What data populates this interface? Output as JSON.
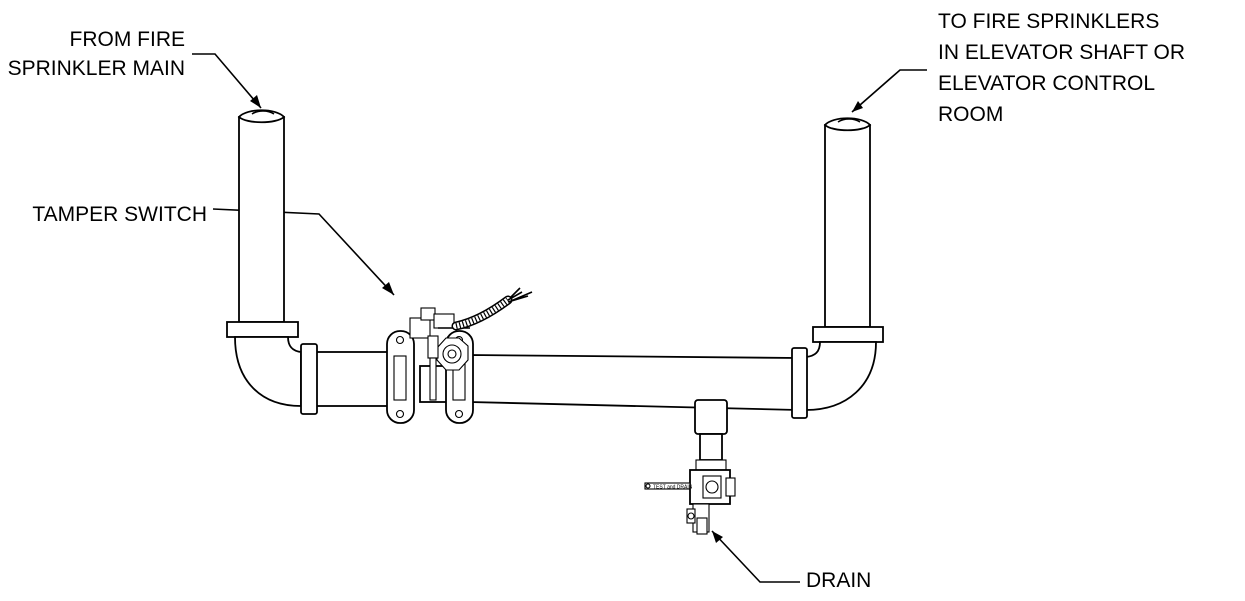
{
  "labels": {
    "from_main_line1": "FROM FIRE",
    "from_main_line2": "SPRINKLER MAIN",
    "to_sprinklers_line1": "TO FIRE SPRINKLERS",
    "to_sprinklers_line2": "IN ELEVATOR SHAFT OR",
    "to_sprinklers_line3": "ELEVATOR CONTROL",
    "to_sprinklers_line4": "ROOM",
    "tamper_switch": "TAMPER SWITCH",
    "drain": "DRAIN",
    "valve_tag": "TEST and DRAIN"
  }
}
